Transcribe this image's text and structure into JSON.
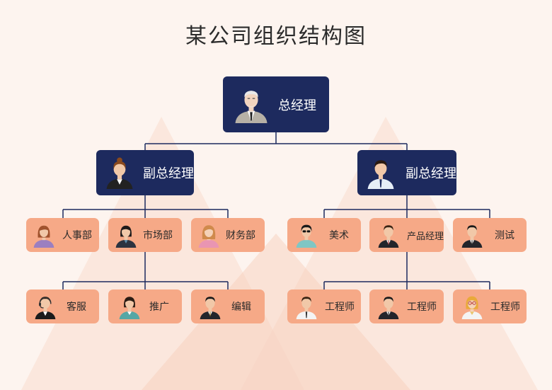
{
  "title": "某公司组织结构图",
  "colors": {
    "dark_box": "#1d2a5e",
    "light_box": "#f6a987",
    "connector": "#1d2a5e",
    "background": "#fdf4ef",
    "triangles": "#f9dccd"
  },
  "nodes": {
    "ceo": {
      "label": "总经理",
      "icon": "elderly-man-suit-avatar"
    },
    "vp_left": {
      "label": "副总经理",
      "icon": "woman-bun-suit-avatar"
    },
    "vp_right": {
      "label": "副总经理",
      "icon": "man-shirt-tie-avatar"
    },
    "hr": {
      "label": "人事部",
      "icon": "woman-purple-avatar"
    },
    "market": {
      "label": "市场部",
      "icon": "woman-dark-suit-avatar"
    },
    "finance": {
      "label": "财务部",
      "icon": "woman-pink-avatar"
    },
    "art": {
      "label": "美术",
      "icon": "man-sunglasses-avatar"
    },
    "product": {
      "label": "产品经理",
      "icon": "man-suit-avatar"
    },
    "test": {
      "label": "测试",
      "icon": "man-suit-avatar"
    },
    "service": {
      "label": "客服",
      "icon": "headset-agent-avatar"
    },
    "promo": {
      "label": "推广",
      "icon": "woman-teal-avatar"
    },
    "editor": {
      "label": "编辑",
      "icon": "man-suit-avatar"
    },
    "eng1": {
      "label": "工程师",
      "icon": "man-shirt-tie-avatar"
    },
    "eng2": {
      "label": "工程师",
      "icon": "man-suit-avatar"
    },
    "eng3": {
      "label": "工程师",
      "icon": "woman-glasses-avatar"
    }
  }
}
